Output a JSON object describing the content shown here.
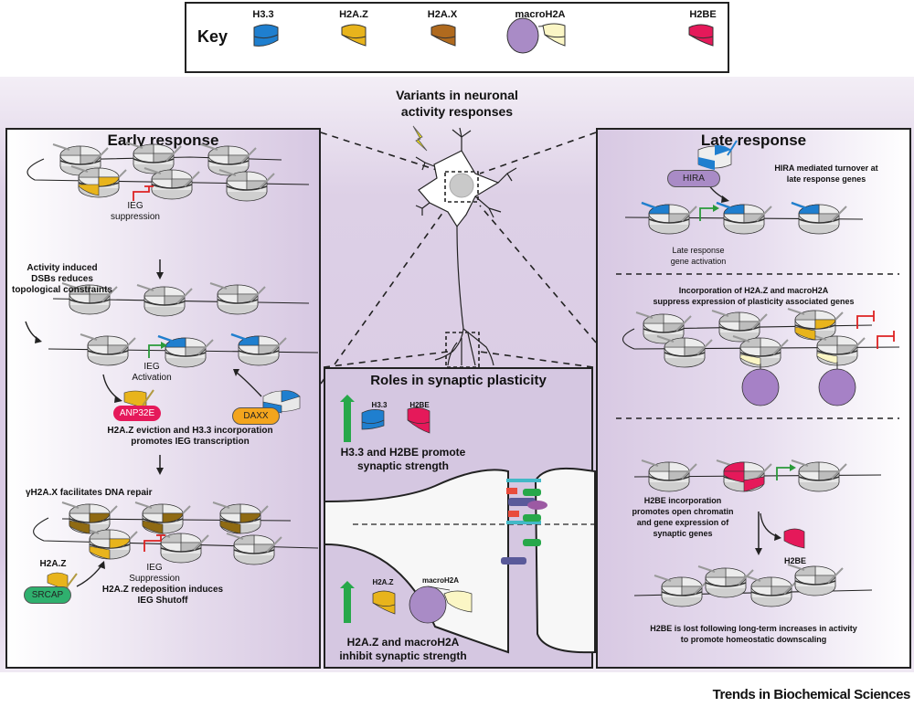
{
  "key": {
    "label": "Key",
    "items": [
      {
        "name": "H3.3",
        "color": "#1f7fcf"
      },
      {
        "name": "H2A.Z",
        "color": "#e8b41c"
      },
      {
        "name": "H2A.X",
        "color": "#b06a1e"
      },
      {
        "name": "macroH2A",
        "color": "#a98bc6",
        "secondary_color": "#fbf6c5"
      },
      {
        "name": "H2BE",
        "color": "#e5195a"
      }
    ]
  },
  "center": {
    "title_line1": "Variants in neuronal",
    "title_line2": "activity responses"
  },
  "early": {
    "title": "Early response",
    "ieg_suppression_1": "IEG",
    "ieg_suppression_2": "suppression",
    "dsb_1": "Activity induced",
    "dsb_2": "DSBs reduces",
    "dsb_3": "topological constraints",
    "ieg_activation_1": "IEG",
    "ieg_activation_2": "Activation",
    "anp32e": "ANP32E",
    "daxx": "DAXX",
    "eviction_1": "H2A.Z eviction and H3.3 incorporation",
    "eviction_2": "promotes IEG transcription",
    "gamma": "γH2A.X facilitates DNA repair",
    "ieg_suppression2_1": "IEG",
    "ieg_suppression2_2": "Suppression",
    "h2az_label": "H2A.Z",
    "srcap": "SRCAP",
    "redeposition_1": "H2A.Z redeposition induces",
    "redeposition_2": "IEG Shutoff"
  },
  "roles": {
    "title": "Roles in synaptic plasticity",
    "h33": "H3.3",
    "h2be": "H2BE",
    "promote_1": "H3.3 and H2BE promote",
    "promote_2": "synaptic strength",
    "h2az": "H2A.Z",
    "macro": "macroH2A",
    "inhibit_1": "H2A.Z and macroH2A",
    "inhibit_2": "inhibit synaptic strength"
  },
  "late": {
    "title": "Late response",
    "hira": "HIRA",
    "hira_text_1": "HIRA mediated turnover at",
    "hira_text_2": "late response genes",
    "activation_1": "Late  response",
    "activation_2": "gene activation",
    "incorp_1": "Incorporation of H2A.Z and macroH2A",
    "incorp_2": "suppress expression of plasticity associated genes",
    "h2be_1": "H2BE incorporation",
    "h2be_2": "promotes open chromatin",
    "h2be_3": "and gene expression of",
    "h2be_4": "synaptic genes",
    "h2be_label": "H2BE",
    "lost_1": "H2BE is lost following long-term increases in activity",
    "lost_2": "to promote homeostatic downscaling"
  },
  "footer": {
    "journal": "Trends in Biochemical Sciences"
  }
}
